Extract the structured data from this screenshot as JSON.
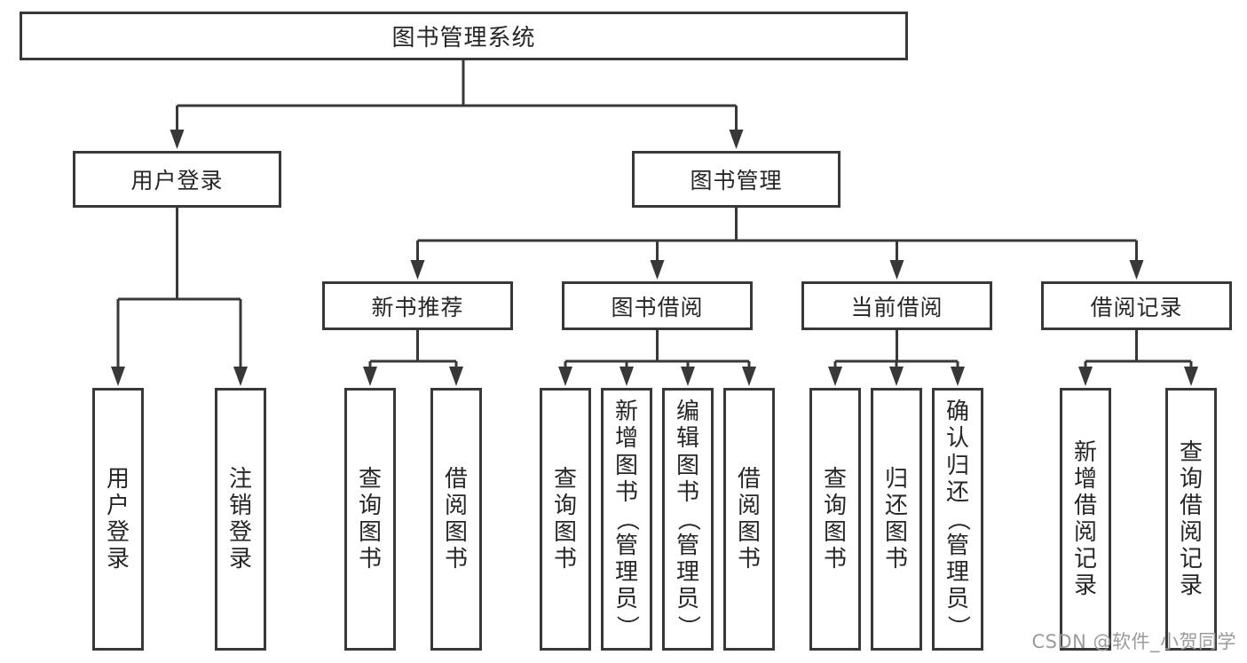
{
  "diagram_title": "图书管理系统",
  "tree": {
    "label": "图书管理系统",
    "children": [
      {
        "label": "用户登录",
        "children": [
          {
            "label": "用户登录"
          },
          {
            "label": "注销登录"
          }
        ]
      },
      {
        "label": "图书管理",
        "children": [
          {
            "label": "新书推荐",
            "children": [
              {
                "label": "查询图书"
              },
              {
                "label": "借阅图书"
              }
            ]
          },
          {
            "label": "图书借阅",
            "children": [
              {
                "label": "查询图书"
              },
              {
                "label": "新增图书（管理员）"
              },
              {
                "label": "编辑图书（管理员）"
              },
              {
                "label": "借阅图书"
              }
            ]
          },
          {
            "label": "当前借阅",
            "children": [
              {
                "label": "查询图书"
              },
              {
                "label": "归还图书"
              },
              {
                "label": "确认归还（管理员）"
              }
            ]
          },
          {
            "label": "借阅记录",
            "children": [
              {
                "label": "新增借阅记录"
              },
              {
                "label": "查询借阅记录"
              }
            ]
          }
        ]
      }
    ]
  },
  "watermark": {
    "text": "CSDN @软件_小贺同学"
  },
  "colors": {
    "line": "#383838",
    "box_border": "#383838",
    "text": "#262626",
    "watermark": "#9b9b9b",
    "background": "#ffffff"
  }
}
